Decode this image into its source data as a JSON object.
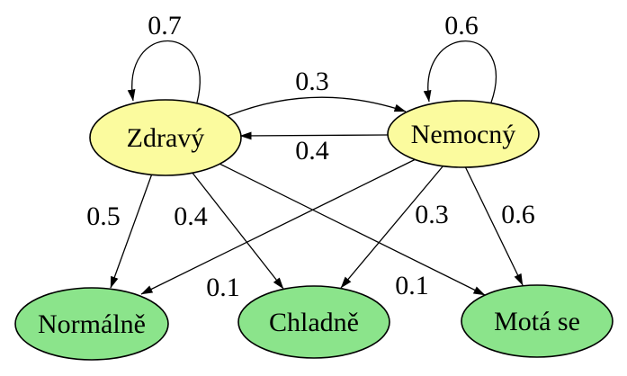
{
  "diagram": {
    "kind": "hidden-markov-model",
    "colors": {
      "state_fill": "#FBFB9E",
      "observation_fill": "#8BE48B",
      "stroke": "#000000",
      "text": "#000000",
      "background": "#FFFFFF"
    },
    "nodes": {
      "zdravy": {
        "label": "Zdravý",
        "type": "state"
      },
      "nemocny": {
        "label": "Nemocný",
        "type": "state"
      },
      "normalne": {
        "label": "Normálně",
        "type": "observation"
      },
      "chladne": {
        "label": "Chladně",
        "type": "observation"
      },
      "mota_se": {
        "label": "Motá se",
        "type": "observation"
      }
    },
    "edges": {
      "zdravy_zdravy": {
        "from": "Zdravý",
        "to": "Zdravý",
        "label": "0.7"
      },
      "nemocny_nemocny": {
        "from": "Nemocný",
        "to": "Nemocný",
        "label": "0.6"
      },
      "zdravy_nemocny": {
        "from": "Zdravý",
        "to": "Nemocný",
        "label": "0.3"
      },
      "nemocny_zdravy": {
        "from": "Nemocný",
        "to": "Zdravý",
        "label": "0.4"
      },
      "zdravy_normalne": {
        "from": "Zdravý",
        "to": "Normálně",
        "label": "0.5"
      },
      "zdravy_chladne": {
        "from": "Zdravý",
        "to": "Chladně",
        "label": "0.4"
      },
      "zdravy_mota_se": {
        "from": "Zdravý",
        "to": "Motá se",
        "label": "0.1"
      },
      "nemocny_normalne": {
        "from": "Nemocný",
        "to": "Normálně",
        "label": "0.1"
      },
      "nemocny_chladne": {
        "from": "Nemocný",
        "to": "Chladně",
        "label": "0.3"
      },
      "nemocny_mota_se": {
        "from": "Nemocný",
        "to": "Motá se",
        "label": "0.6"
      }
    }
  }
}
